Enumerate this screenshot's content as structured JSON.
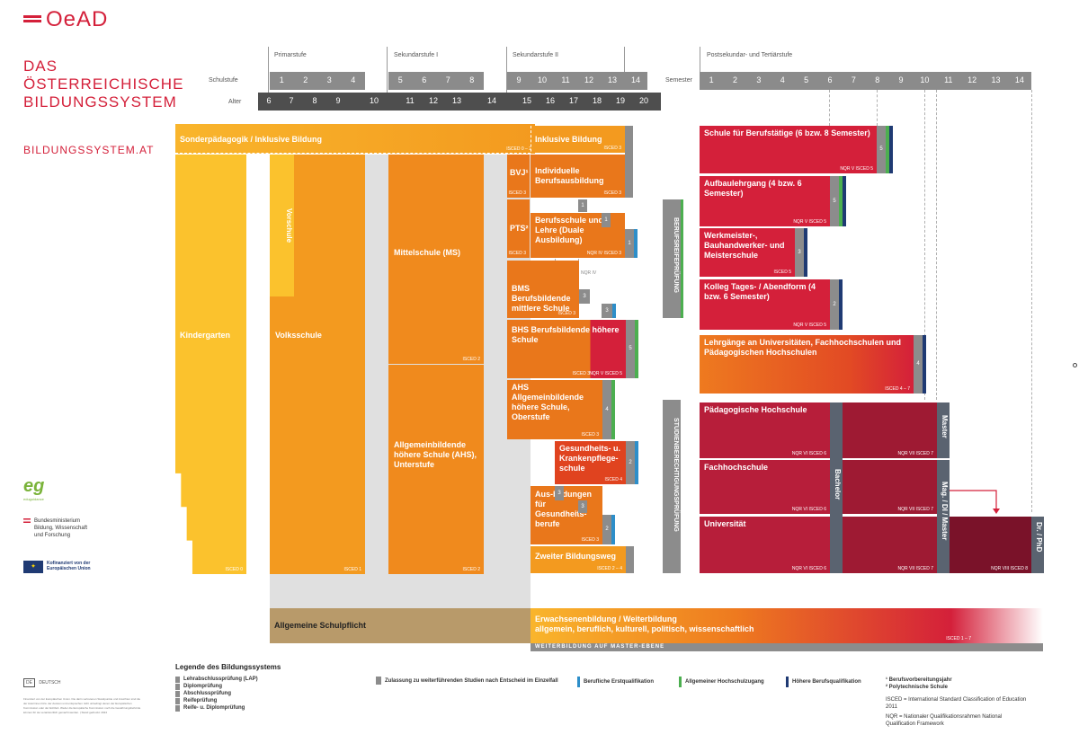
{
  "logo": {
    "text": "OeAD"
  },
  "title": {
    "line1": "DAS",
    "line2": "ÖSTERREICHISCHE",
    "line3": "BILDUNGSSYSTEM",
    "url": "BILDUNGSSYSTEM.AT"
  },
  "stages": {
    "primar": "Primarstufe",
    "sek1": "Sekundarstufe I",
    "sek2": "Sekundarstufe II",
    "post": "Postsekundar- und Tertiärstufe"
  },
  "labels": {
    "schulstufe": "Schulstufe",
    "alter": "Alter",
    "semester": "Semester"
  },
  "schulstufen": [
    "1",
    "2",
    "3",
    "4",
    "5",
    "6",
    "7",
    "8",
    "9",
    "10",
    "11",
    "12",
    "13",
    "14"
  ],
  "alter": [
    "6",
    "7",
    "8",
    "9",
    "10",
    "11",
    "12",
    "13",
    "14",
    "15",
    "16",
    "17",
    "18",
    "19",
    "20"
  ],
  "semester": [
    "1",
    "2",
    "3",
    "4",
    "5",
    "6",
    "7",
    "8",
    "9",
    "10",
    "11",
    "12",
    "13",
    "14"
  ],
  "blocks": {
    "sonder": "Sonderpädagogik / Inklusive Bildung",
    "sonder_isced": "ISCED 0 – 2",
    "kindergarten": "Kindergarten",
    "kindergarten_isced": "ISCED 0",
    "vorschule": "Vorschule",
    "volksschule": "Volksschule",
    "volksschule_isced": "ISCED 1",
    "mittelschule": "Mittelschule (MS)",
    "mittelschule_isced": "ISCED 2",
    "ahs_unter": "Allgemeinbildende höhere Schule (AHS), Unterstufe",
    "ahs_unter_isced": "ISCED 2",
    "schulpflicht": "Allgemeine Schulpflicht",
    "inklusive": "Inklusive Bildung",
    "inklusive_isced": "ISCED 3",
    "bvj": "BVJ¹",
    "bvj_isced": "ISCED 3",
    "ind_beruf": "Individuelle Berufsausbildung",
    "ind_beruf_isced": "ISCED 3",
    "pts": "PTS²",
    "pts_isced": "ISCED 3",
    "lehre": "Berufsschule und Lehre (Duale Ausbildung)",
    "lehre_isced": "NQR IV ISCED 3",
    "nqr4": "NQR IV",
    "bms": "BMS Berufsbildende mittlere Schule",
    "bms_isced": "ISCED 3",
    "bhs": "BHS Berufsbildende höhere Schule",
    "bhs_isced": "ISCED 3",
    "bhs_nqr": "NQR V ISCED 5",
    "ahs_ober": "AHS Allgemeinbildende höhere Schule, Oberstufe",
    "ahs_ober_isced": "ISCED 3",
    "gesundheit": "Gesundheits- u. Krankenpflege-schule",
    "gesundheit_isced": "ISCED 4",
    "ausbildung": "Aus-bildungen für Gesundheits-berufe",
    "ausbildung_isced": "ISCED 3",
    "zweiter": "Zweiter Bildungsweg",
    "zweiter_isced": "ISCED 2 – 4",
    "berufsreife": "BERUFSREIFEPRÜFUNG",
    "studienber": "STUDIENBERECHTIGUNGSPRÜFUNG",
    "sfb": "Schule für Berufstätige (6 bzw. 8 Semester)",
    "sfb_isced": "NQR V ISCED 5",
    "aufbau": "Aufbaulehrgang (4 bzw. 6 Semester)",
    "aufbau_isced": "NQR V ISCED 5",
    "werkmeister": "Werkmeister-, Bauhandwerker- und Meisterschule",
    "werkmeister_isced": "ISCED 5",
    "kolleg": "Kolleg Tages- / Abendform (4 bzw. 6 Semester)",
    "kolleg_isced": "NQR V ISCED 5",
    "lehrgaenge": "Lehrgänge an Universitäten, Fachhochschulen und Pädagogischen Hochschulen",
    "lehrgaenge_isced": "ISCED 4 – 7",
    "ph": "Pädagogische Hochschule",
    "ph_isced": "NQR VI ISCED 6",
    "ph_isced7": "NQR VII ISCED 7",
    "fh": "Fachhochschule",
    "fh_isced": "NQR VI ISCED 6",
    "fh_isced7": "NQR VII ISCED 7",
    "uni": "Universität",
    "uni_isced": "NQR VI ISCED 6",
    "uni_isced7": "NQR VII ISCED 7",
    "uni_isced8": "NQR VIII ISCED 8",
    "bachelor": "Bachelor",
    "master": "Master",
    "mag": "Mag. / DI / Master",
    "dr": "Dr. / PhD",
    "erwachsenen": "Erwachsenenbildung / Weiterbildung",
    "erwachsenen_sub": "allgemein, beruflich, kulturell, politisch, wissenschaftlich",
    "erwachsenen_isced": "ISCED 1 – 7",
    "weiterbildung": "WEITERBILDUNG AUF MASTER-EBENE"
  },
  "legend": {
    "title": "Legende des Bildungssystems",
    "items": [
      "Lehrabschlussprüfung (LAP)",
      "Diplomprüfung",
      "Abschlussprüfung",
      "Reifeprüfung",
      "Reife- u. Diplomprüfung"
    ],
    "zulassung": "Zulassung zu weiterführenden Studien nach Entscheid im Einzelfall",
    "berufliche": "Berufliche Erstqualifikation",
    "hochschul": "Allgemeiner Hochschulzugang",
    "hoehere": "Höhere Berufsqualifikation",
    "fn1": "¹ Berufsvorbereitungsjahr",
    "fn2": "² Polytechnische Schule",
    "isced_def": "ISCED = International Standard Classification of Education 2011",
    "nqr_def": "NQR = Nationaler Qualifikationsrahmen National Qualification Framework"
  },
  "sponsors": {
    "eg": "eg",
    "eg_sub": "eduguidance",
    "ministry1": "Bundesministerium",
    "ministry2": "Bildung, Wissenschaft",
    "ministry3": "und Forschung",
    "eu1": "Kofinanziert von der",
    "eu2": "Europäischen Union",
    "de": "DE",
    "de_sub": "DEUTSCH",
    "footer": "Finanziert von der Europäischen Union. Die darin vertretenen Standpunkte und Ansichten sind die der Autorinnen bzw. der Autoren und entsprechen nicht unbedingt denen der Europäischen Kommission oder der EACEA. Weder die Europäische Kommission noch die Gewährungsbehörde können für sie verantwortlich gemacht werden. | Stand gedruckt: 2024"
  },
  "colors": {
    "red": "#d4203a",
    "orange": "#f39a1f",
    "yellow": "#fbc22d",
    "brown": "#b89a6a"
  }
}
